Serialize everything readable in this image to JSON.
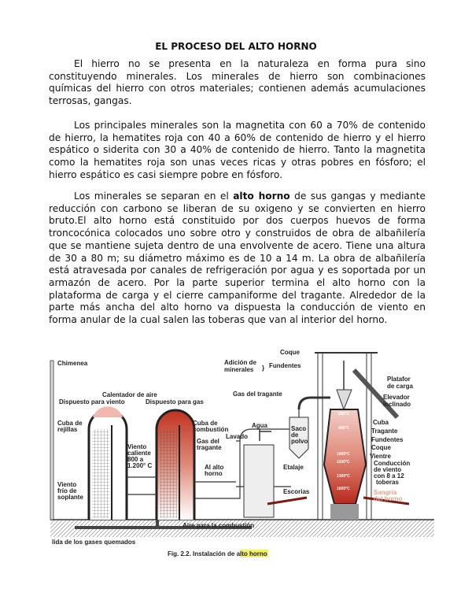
{
  "title": "EL PROCESO DEL ALTO HORNO",
  "paragraphs": {
    "p1": "El hierro no se presenta en la naturaleza en forma pura sino constituyendo minerales. Los minerales de hierro son combinaciones químicas del hierro con otros materiales; contienen además acumulaciones terrosas, gangas.",
    "p2": "Los principales minerales son la magnetita con 60 a 70% de contenido de hierro, la hematites roja con 40 a 60% de contenido de hierro y el hierro espático o siderita con 30 a 40% de contenido de hierro. Tanto la magnetita como la hematites roja son unas veces ricas y otras pobres en fósforo; el hierro espático es casi siempre pobre en fósforo.",
    "p3_before": "Los minerales se separan en el ",
    "p3_bold": "alto horno",
    "p3_after": " de sus gangas y mediante reducción con carbono se liberan de su oxigeno y se convierten en hierro bruto.El alto horno está constituido por dos cuerpos huevos de forma troncocónica colocados uno sobre otro y construidos de obra de albañilería que se mantiene sujeta dentro de una envolvente de acero. Tiene una altura de 30 a 80 m; su diámetro máximo es de 10 a 14 m. La obra de albañilería está atravesada por canales de refrigeración por agua y es soportada por un armazón de acero. Por la parte superior termina el alto horno con la plataforma de carga y el cierre campaniforme del tragante. Alrededor de la parte más ancha del alto horno va dispuesta la conducción de viento en forma anular de la cual salen las toberas que van al interior del horno."
  },
  "figure": {
    "labels": {
      "chimenea": "Chimenea",
      "calentador": "Calentador de aire",
      "disp_viento": "Dispuesto para viento",
      "disp_gas": "Dispuesto para gas",
      "cuba_rej_1": "Cuba de",
      "cuba_rej_2": "rejillas",
      "viento_cal_1": "Viento",
      "viento_cal_2": "caliente",
      "viento_cal_3": "800 a",
      "viento_cal_4": "1.200° C",
      "viento_frio_1": "Viento",
      "viento_frio_2": "frío de",
      "viento_frio_3": "soplante",
      "cuba_comb_1": "Cuba de",
      "cuba_comb_2": "combustión",
      "gas_trag_1": "Gas del",
      "gas_trag_2": "tragante",
      "lavado": "Lavado",
      "agua": "Agua",
      "al_alto_1": "Al alto",
      "al_alto_2": "horno",
      "aire_comb": "Aire para la combustión",
      "gases_quem": "lida de los gases quemados",
      "adicion_1": "Adición de",
      "adicion_2": "minerales",
      "coque_top": "Coque",
      "fundentes_top": "Fundentes",
      "gas_trag_top": "Gas del tragante",
      "saco_1": "Saco",
      "saco_2": "de",
      "saco_3": "polvo",
      "plataforma_1": "Platafor",
      "plataforma_2": "de carga",
      "elevador_1": "Elevador",
      "elevador_2": "inclinado",
      "cuba": "Cuba",
      "tragante": "Tragante",
      "fundentes": "Fundentes",
      "coque": "Coque",
      "vientre": "Vientre",
      "conduccion_1": "Conducción",
      "conduccion_2": "de viento",
      "conduccion_3": "con 8 a 12",
      "conduccion_4": "toberas",
      "etalaje": "Etalaje",
      "escorias": "Escorias",
      "sangria_1": "Sangría",
      "sangria_2": "del horno",
      "t200": "200°C",
      "t400": "400°C",
      "t1000": "1000°C",
      "t1100": "1100°C",
      "t1300": "1300°C",
      "t1600": "1600°C"
    },
    "caption_prefix": "Fig. 2.2.   Instalación de ",
    "caption_highlight": "alto horno",
    "colors": {
      "hot": "#c0321f",
      "warm": "#e59a8a",
      "highlight": "#f4f06a"
    }
  }
}
